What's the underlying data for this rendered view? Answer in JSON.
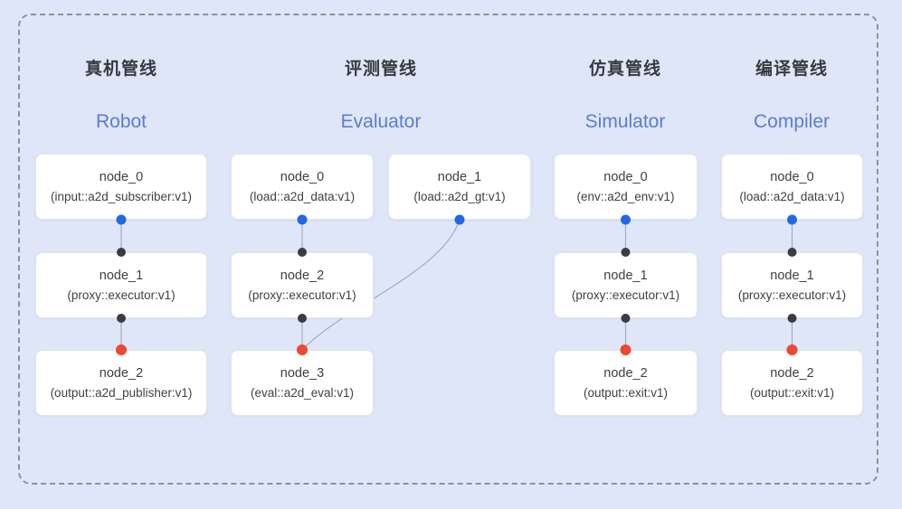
{
  "colors": {
    "bg": "#dfe6f7",
    "frame": "#8a92a2",
    "edge": "#a2adc3",
    "port_blue": "#2268e4",
    "port_black": "#3c3c3e",
    "port_red": "#ee4733",
    "title": "#363a41",
    "subtitle": "#5b7ccf",
    "node_text": "#3d4046",
    "node_border": "#e4e5ea",
    "node_bg": "#ffffff"
  },
  "pipelines": [
    {
      "title": "真机管线",
      "subtitle": "Robot",
      "nodes": [
        {
          "name": "node_0",
          "type": "(input::a2d_subscriber:v1)"
        },
        {
          "name": "node_1",
          "type": "(proxy::executor:v1)"
        },
        {
          "name": "node_2",
          "type": "(output::a2d_publisher:v1)"
        }
      ]
    },
    {
      "title": "评测管线",
      "subtitle": "Evaluator",
      "nodes": [
        {
          "name": "node_0",
          "type": "(load::a2d_data:v1)"
        },
        {
          "name": "node_1",
          "type": "(load::a2d_gt:v1)"
        },
        {
          "name": "node_2",
          "type": "(proxy::executor:v1)"
        },
        {
          "name": "node_3",
          "type": "(eval::a2d_eval:v1)"
        }
      ]
    },
    {
      "title": "仿真管线",
      "subtitle": "Simulator",
      "nodes": [
        {
          "name": "node_0",
          "type": "(env::a2d_env:v1)"
        },
        {
          "name": "node_1",
          "type": "(proxy::executor:v1)"
        },
        {
          "name": "node_2",
          "type": "(output::exit:v1)"
        }
      ]
    },
    {
      "title": "编译管线",
      "subtitle": "Compiler",
      "nodes": [
        {
          "name": "node_0",
          "type": "(load::a2d_data:v1)"
        },
        {
          "name": "node_1",
          "type": "(proxy::executor:v1)"
        },
        {
          "name": "node_2",
          "type": "(output::exit:v1)"
        }
      ]
    }
  ],
  "edges": [
    {
      "from": "Robot/node_0",
      "to": "Robot/node_1"
    },
    {
      "from": "Robot/node_1",
      "to": "Robot/node_2"
    },
    {
      "from": "Evaluator/node_0",
      "to": "Evaluator/node_2"
    },
    {
      "from": "Evaluator/node_1",
      "to": "Evaluator/node_3"
    },
    {
      "from": "Evaluator/node_2",
      "to": "Evaluator/node_3"
    },
    {
      "from": "Simulator/node_0",
      "to": "Simulator/node_1"
    },
    {
      "from": "Simulator/node_1",
      "to": "Simulator/node_2"
    },
    {
      "from": "Compiler/node_0",
      "to": "Compiler/node_1"
    },
    {
      "from": "Compiler/node_1",
      "to": "Compiler/node_2"
    }
  ]
}
